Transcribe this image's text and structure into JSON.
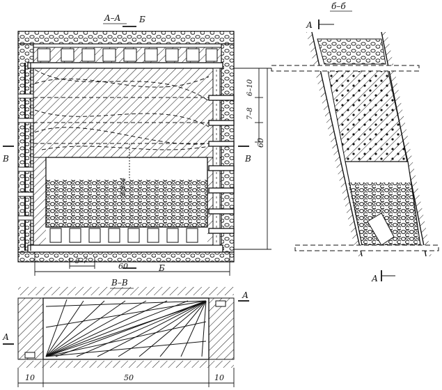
{
  "sections": {
    "aa": {
      "title": "A–A",
      "cut_b_top": "Б",
      "cut_b_bottom": "Б",
      "cut_v_left": "В",
      "cut_v_right": "В",
      "dim_layer_1": "6–10",
      "dim_layer_2": "7–8",
      "dim_total_height": "60",
      "dim_gap": "3,5–4",
      "dim_spacing": "5–7",
      "dim_length": "60"
    },
    "bb": {
      "title": "б–б",
      "cut_a_top": "А",
      "cut_a_bottom": "А"
    },
    "vv": {
      "title": "В–В",
      "cut_a_right": "А",
      "cut_a_left": "А",
      "dim_left": "10",
      "dim_middle": "50",
      "dim_right": "10"
    }
  },
  "colors": {
    "ink": "#111111",
    "paper": "#ffffff"
  }
}
